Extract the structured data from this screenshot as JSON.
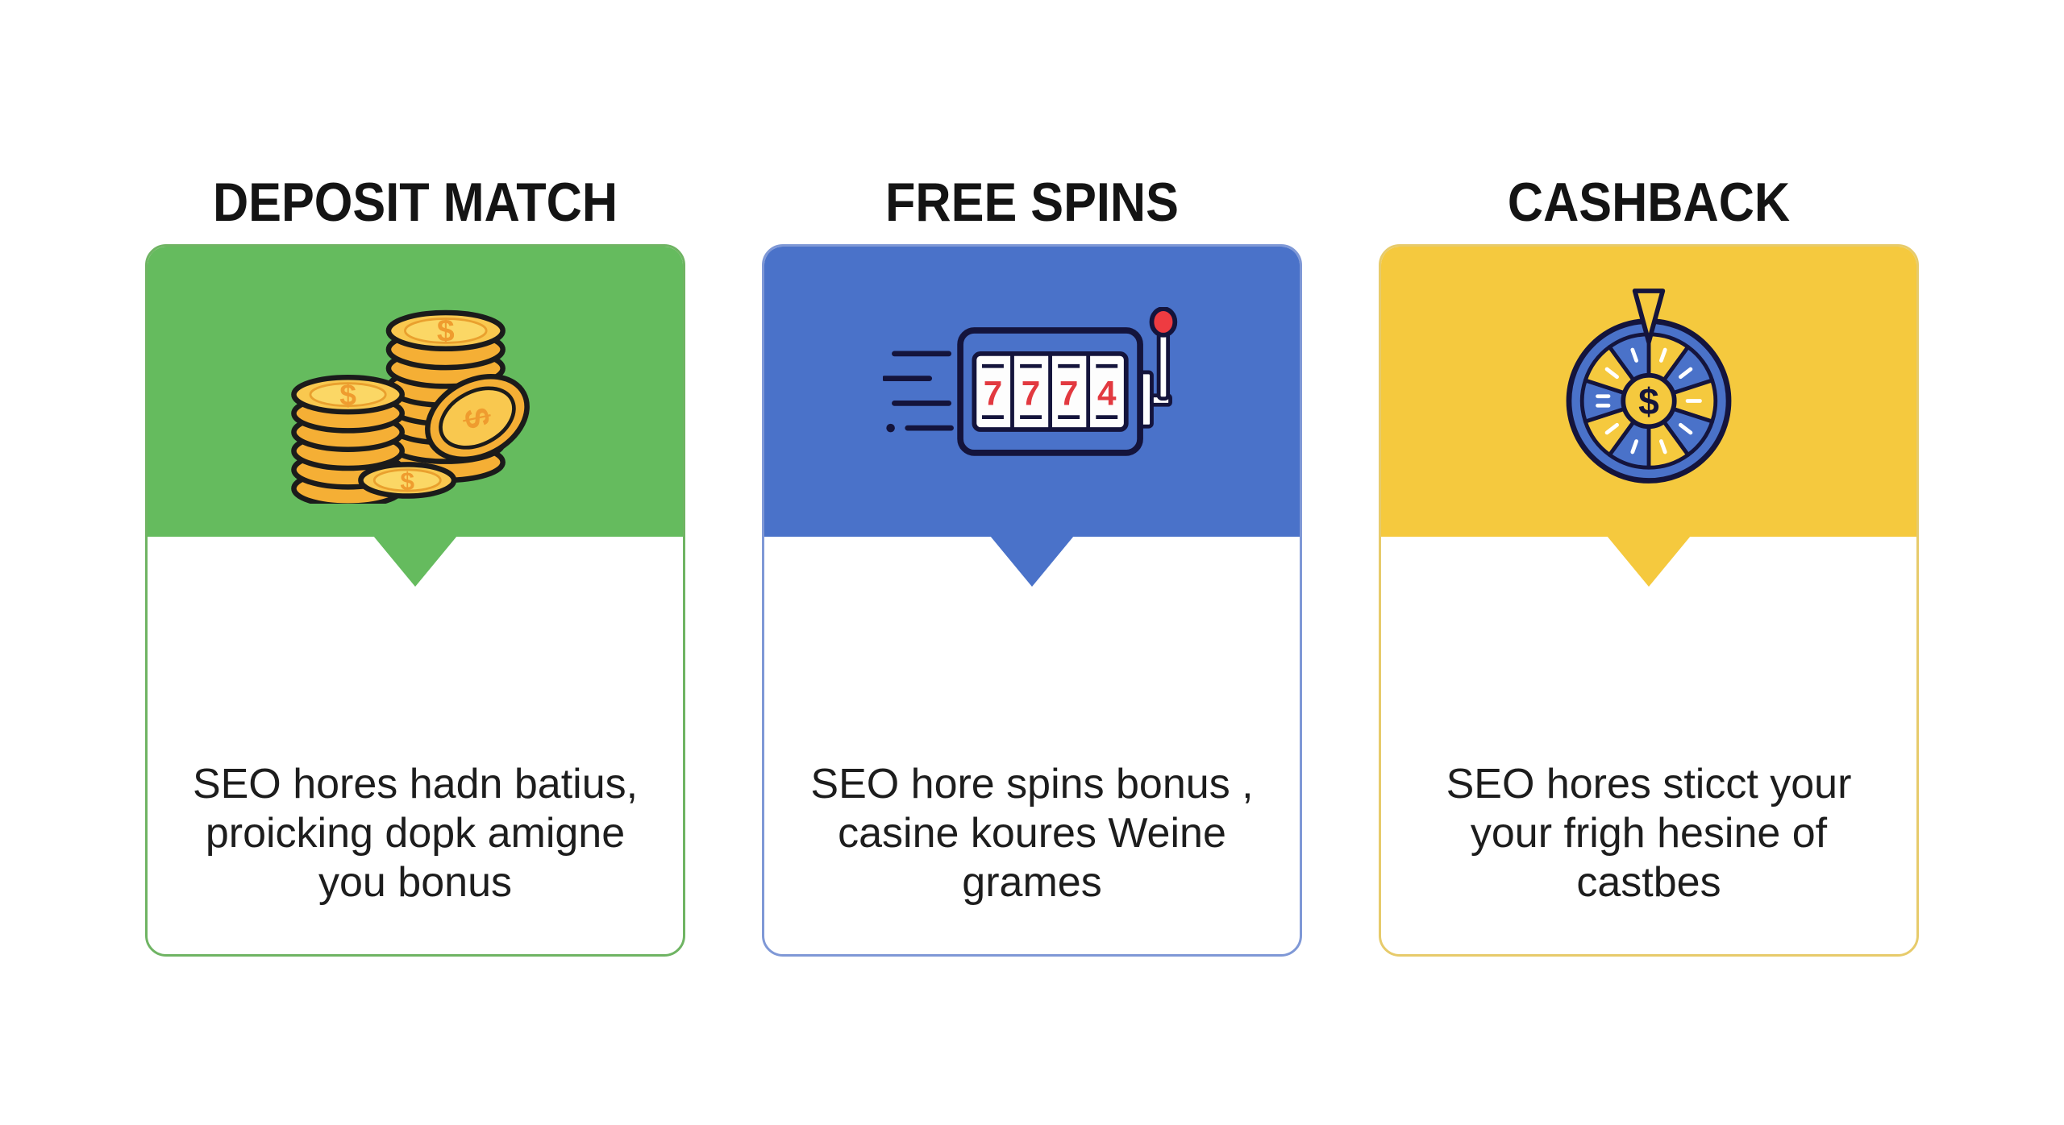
{
  "page": {
    "background": "#FFFFFF"
  },
  "cards": [
    {
      "id": "deposit-match",
      "title": "DEPOSIT MATCH",
      "description": "SEO hores hadn batius,\nproicking dopk amigne\nyou bonus",
      "icon": "coins-icon",
      "coin_symbol": "$",
      "colors": {
        "header": "#65BB5E",
        "border": "#6FB463",
        "coin_gold": "#F5AF35",
        "coin_face": "#F9C84F",
        "outline": "#1B1B1B"
      }
    },
    {
      "id": "free-spins",
      "title": "FREE SPINS",
      "description": "SEO hore spins bonus ,\ncasine koures Weine\ngrames",
      "icon": "slot-machine-icon",
      "reels": [
        "7",
        "7",
        "7",
        "4"
      ],
      "colors": {
        "header": "#4A72C9",
        "border": "#7F98D6",
        "digit_red": "#E23940",
        "lever_red": "#EE3B41",
        "outline": "#14143C"
      }
    },
    {
      "id": "cashback",
      "title": "CASHBACK",
      "description": "SEO hores sticct your\nyour frigh hesine of\ncastbes",
      "icon": "prize-wheel-icon",
      "wheel_symbol": "$",
      "colors": {
        "header": "#F5C93E",
        "border": "#E7CB6B",
        "wheel_blue": "#4A72C9",
        "outline": "#14143C"
      }
    }
  ]
}
